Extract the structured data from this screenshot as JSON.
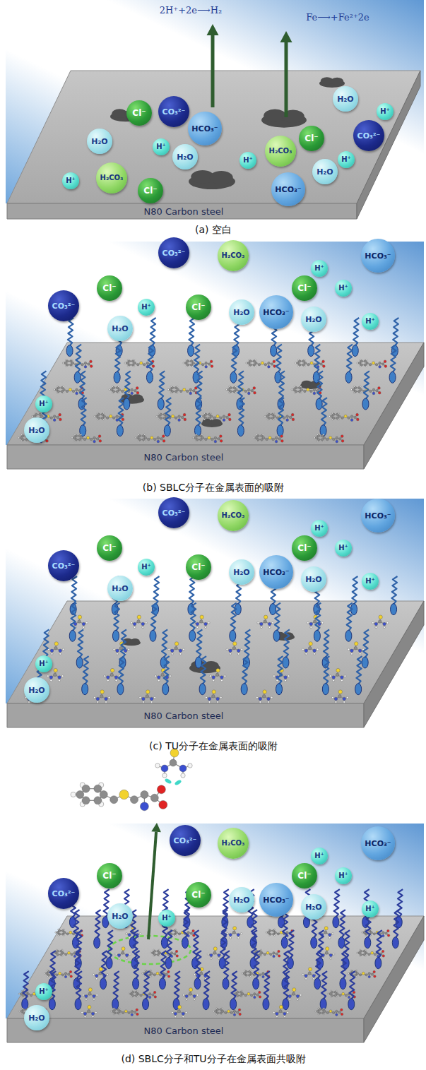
{
  "diagram": {
    "nodes": [
      {
        "text": [
          "H₂O"
        ]
      },
      {
        "text": [
          "Cl⁻"
        ]
      },
      {
        "text": [
          "CO₃²⁻"
        ]
      },
      {
        "text": [
          "H⁺"
        ]
      },
      {
        "text": [
          "HCO₃⁻"
        ]
      },
      {
        "text": [
          "CO₃²⁻"
        ]
      },
      {
        "text": [
          "Cl⁻"
        ]
      },
      {
        "text": [
          "H₂O"
        ]
      },
      {
        "text": [
          "H⁺"
        ]
      },
      {
        "text": [
          "H₂CO₃"
        ]
      },
      {
        "text": [
          "H₂O"
        ]
      },
      {
        "text": [
          "H⁺"
        ]
      },
      {
        "text": [
          "H⁺"
        ]
      },
      {
        "text": [
          "H₂O"
        ]
      },
      {
        "text": [
          "H₂CO₃"
        ]
      },
      {
        "text": [
          "H⁺"
        ]
      },
      {
        "text": [
          "Cl⁻"
        ]
      },
      {
        "text": [
          "HCO₃⁻"
        ]
      },
      {
        "text": [
          "CO₃²⁻"
        ]
      },
      {
        "text": [
          "H₂CO₃"
        ]
      },
      {
        "text": [
          "HCO₃⁻"
        ]
      },
      {
        "text": [
          "H⁺"
        ]
      },
      {
        "text": [
          "Cl⁻"
        ]
      },
      {
        "text": [
          "Cl⁻"
        ]
      },
      {
        "text": [
          "H⁺"
        ]
      },
      {
        "text": [
          "CO₃²⁻"
        ]
      },
      {
        "text": [
          "H⁺"
        ]
      },
      {
        "text": [
          "Cl⁻"
        ]
      },
      {
        "text": [
          "H₂O"
        ]
      },
      {
        "text": [
          "HCO₃⁻"
        ]
      },
      {
        "text": [
          "H₂O"
        ]
      },
      {
        "text": [
          "H⁺"
        ]
      },
      {
        "text": [
          "H₂O"
        ]
      },
      {
        "text": [
          "H⁺"
        ]
      },
      {
        "text": [
          "H₂O"
        ]
      },
      {
        "text": [
          "CO₃²⁻"
        ]
      },
      {
        "text": [
          "H₂CO₃"
        ]
      },
      {
        "text": [
          "HCO₃⁻"
        ]
      },
      {
        "text": [
          "H⁺"
        ]
      },
      {
        "text": [
          "Cl⁻"
        ]
      },
      {
        "text": [
          "Cl⁻"
        ]
      },
      {
        "text": [
          "H⁺"
        ]
      },
      {
        "text": [
          "CO₃²⁻"
        ]
      },
      {
        "text": [
          "H⁺"
        ]
      },
      {
        "text": [
          "Cl⁻"
        ]
      },
      {
        "text": [
          "H₂O"
        ]
      },
      {
        "text": [
          "HCO₃⁻"
        ]
      },
      {
        "text": [
          "H₂O"
        ]
      },
      {
        "text": [
          "H⁺"
        ]
      },
      {
        "text": [
          "H₂O"
        ]
      },
      {
        "text": [
          "H⁺"
        ]
      },
      {
        "text": [
          "H₂O"
        ]
      },
      {
        "text": [
          "CO₃²⁻"
        ]
      },
      {
        "text": [
          "H₂CO₃"
        ]
      },
      {
        "text": [
          "HCO₃⁻"
        ]
      },
      {
        "text": [
          "H⁺"
        ]
      },
      {
        "text": [
          "Cl⁻"
        ]
      },
      {
        "text": [
          "Cl⁻"
        ]
      },
      {
        "text": [
          "H⁺"
        ]
      },
      {
        "text": [
          "CO₃²⁻"
        ]
      },
      {
        "text": [
          "Cl⁻"
        ]
      },
      {
        "text": [
          "H₂O"
        ]
      },
      {
        "text": [
          "HCO₃⁻"
        ]
      },
      {
        "text": [
          "H₂O"
        ]
      },
      {
        "text": [
          "H⁺"
        ]
      },
      {
        "text": [
          "H₂O"
        ]
      },
      {
        "text": [
          "H⁺"
        ]
      },
      {
        "text": [
          "H⁺"
        ]
      },
      {
        "text": [
          "H₂O"
        ]
      }
    ],
    "labels": [
      "2H⁺+2e⟶H₂",
      "Fe⟶+Fe²⁺2e",
      "N80 Carbon steel",
      "(a) 空白",
      "N80 Carbon steel",
      "(b) SBLC分子在金属表面的吸附",
      "N80 Carbon steel",
      "(c) TU分子在金属表面的吸附",
      "N80 Carbon steel",
      "(d) SBLC分子和TU分子在金属表面共吸附"
    ]
  }
}
